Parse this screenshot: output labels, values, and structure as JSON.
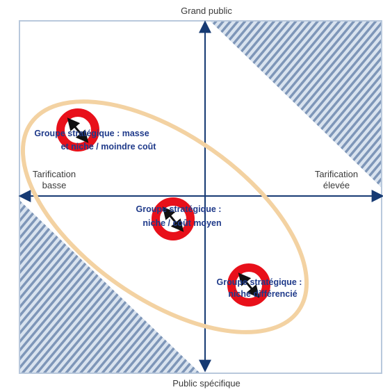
{
  "axes": {
    "top": "Grand public",
    "bottom": "Public spécifique",
    "left_line1": "Tarification",
    "left_line2": "basse",
    "right_line1": "Tarification",
    "right_line2": "élevée"
  },
  "groups": [
    {
      "line1": "Groupe stratégique : masse",
      "line2": "et niche / moindre coût"
    },
    {
      "line1": "Groupe stratégique :",
      "line2": "niche / coût moyen"
    },
    {
      "line1": "Groupe stratégique :",
      "line2": "niche différencié"
    }
  ],
  "colors": {
    "frame": "#b8c8dc",
    "axis": "#163a73",
    "hatch_stripe": "#7e96b8",
    "hatch_bg": "#d9e3ef",
    "ellipse": "#f3d2a2",
    "circle": "#e8101a",
    "group_text": "#1f3a8a",
    "label_text": "#3a3a3a"
  }
}
